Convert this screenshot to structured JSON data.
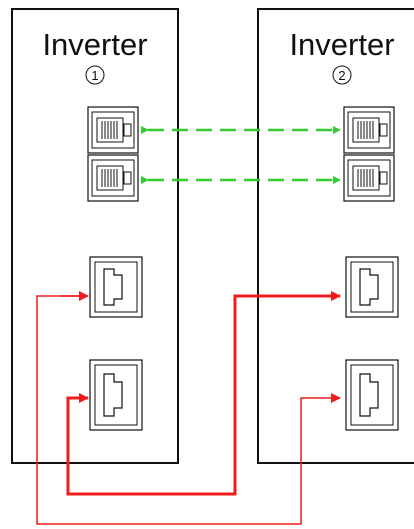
{
  "inverters": [
    {
      "title": "Inverter",
      "number": "1"
    },
    {
      "title": "Inverter",
      "number": "2"
    }
  ],
  "colors": {
    "frame": "#111111",
    "sync_link": "#33cc33",
    "power_link": "#ee1c1c"
  },
  "icons": {
    "communication_port": "rj45-jack-icon",
    "power_port": "ac-socket-icon"
  }
}
